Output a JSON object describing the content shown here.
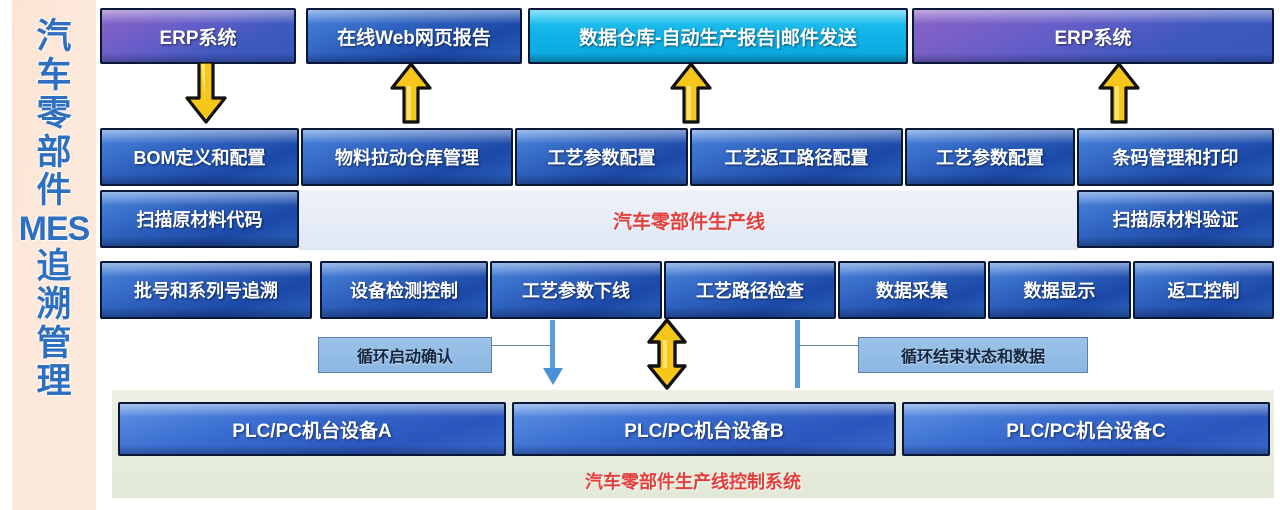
{
  "sidebar": {
    "chars": [
      "汽",
      "车",
      "零",
      "部",
      "件"
    ],
    "latin": "MES",
    "chars2": [
      "追",
      "溯",
      "管",
      "理"
    ],
    "full_text": "汽车零部件MES追溯管理"
  },
  "top_row": [
    {
      "label": "ERP系统",
      "color": "#4b57bd",
      "style": "purple"
    },
    {
      "label": "在线Web网页报告",
      "color": "#2f62bf",
      "style": "blue"
    },
    {
      "label": "数据仓库-自动生产报告|邮件发送",
      "color": "#10b4e8",
      "style": "cyan"
    },
    {
      "label": "ERP系统",
      "color": "#4b57bd",
      "style": "purple"
    }
  ],
  "arrows": {
    "top": [
      {
        "direction": "down",
        "color": "#f5c518",
        "name": "erp-to-bom"
      },
      {
        "direction": "up",
        "color": "#f5c518",
        "name": "web-report-up"
      },
      {
        "direction": "up",
        "color": "#f5c518",
        "name": "data-warehouse-up"
      },
      {
        "direction": "up",
        "color": "#f5c518",
        "name": "erp-right-up"
      }
    ],
    "middle": [
      {
        "direction": "both",
        "color": "#f5c518",
        "name": "process-param-bidirectional"
      },
      {
        "direction": "down",
        "color": "#4a90d9",
        "name": "cycle-start-down"
      }
    ]
  },
  "mes_row_config": [
    "BOM定义和配置",
    "物料拉动仓库管理",
    "工艺参数配置",
    "工艺返工路径配置",
    "工艺参数配置",
    "条码管理和打印"
  ],
  "mes_row_scan": {
    "left": "扫描原材料代码",
    "right": "扫描原材料验证",
    "center_label": "汽车零部件生产线"
  },
  "mes_row_exec": [
    "批号和系列号追溯",
    "设备检测控制",
    "工艺参数下线",
    "工艺路径检查",
    "数据采集",
    "数据显示",
    "返工控制"
  ],
  "callouts": [
    {
      "label": "循环启动确认"
    },
    {
      "label": "循环结束状态和数据"
    }
  ],
  "plc_row": [
    "PLC/PC机台设备A",
    "PLC/PC机台设备B",
    "PLC/PC机台设备C"
  ],
  "control_system_caption": "汽车零部件生产线控制系统",
  "colors": {
    "sidebar_bg": "#fbe4d2",
    "sidebar_text": "#2f6fc0",
    "box_blue": "#2f62bf",
    "box_purple": "#5a5cc4",
    "box_cyan": "#10b4e8",
    "red_label": "#e2403d",
    "arrow_yellow": "#f5c518",
    "arrow_blue": "#4a90d9",
    "line_strip_bg": "#e6ecf6",
    "control_panel_bg": "#e7ecdd"
  }
}
